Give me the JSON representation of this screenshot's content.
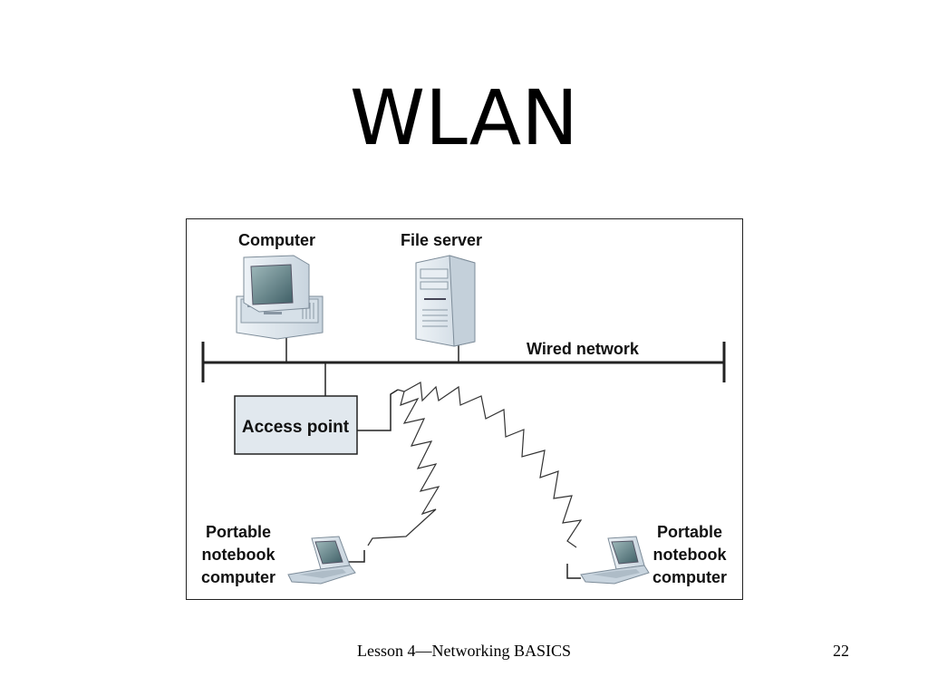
{
  "slide": {
    "title": "WLAN",
    "footer": "Lesson 4—Networking BASICS",
    "page_number": "22"
  },
  "diagram": {
    "labels": {
      "computer": "Computer",
      "file_server": "File server",
      "wired_network": "Wired network",
      "access_point": "Access point",
      "portable_left": [
        "Portable",
        "notebook",
        "computer"
      ],
      "portable_right": [
        "Portable",
        "notebook",
        "computer"
      ]
    },
    "icons": [
      "desktop-computer-icon",
      "file-server-icon",
      "laptop-icon",
      "laptop-icon"
    ],
    "colors": {
      "device_body": "#dfe7ee",
      "screen": "#5d7f86",
      "access_point_fill": "#e1e8ee"
    }
  }
}
